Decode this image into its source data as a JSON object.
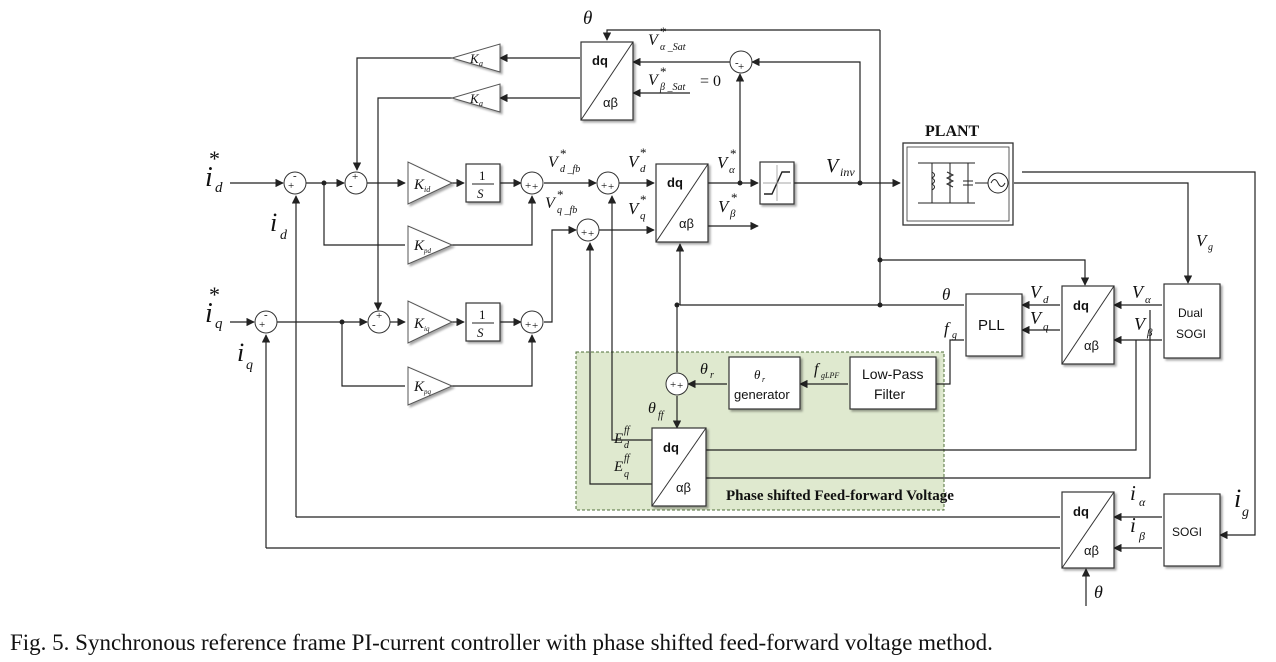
{
  "blocks": {
    "plant": "PLANT",
    "pll": "PLL",
    "dual_sogi": [
      "Dual",
      "SOGI"
    ],
    "sogi": "SOGI",
    "lpf": [
      "Low-Pass",
      "Filter"
    ],
    "theta_gen": [
      "θr",
      "generator"
    ],
    "dq": "dq",
    "ab": "αβ",
    "integrator": {
      "num": "1",
      "den": "S"
    },
    "gains": {
      "ka": "K",
      "ka_sub": "a",
      "kid": "K",
      "kid_sub": "id",
      "kpd": "K",
      "kpd_sub": "pd",
      "kiq": "K",
      "kiq_sub": "iq",
      "kpq": "K",
      "kpq_sub": "pq"
    }
  },
  "signals": {
    "id_ref": "i",
    "id_ref_sub": "d",
    "star": "*",
    "id": "i",
    "id_sub": "d",
    "iq_ref": "i",
    "iq_ref_sub": "q",
    "iq": "i",
    "iq_sub": "q",
    "vd_fb": "V",
    "vd_fb_sub": "d _fb",
    "vq_fb": "V",
    "vq_fb_sub": "q _fb",
    "vd": "V",
    "vd_sub": "d",
    "vq": "V",
    "vq_sub": "q",
    "valpha": "V",
    "valpha_sub": "α",
    "vbeta": "V",
    "vbeta_sub": "β",
    "v_alpha_sat": "V",
    "v_alpha_sat_sub": "α _Sat",
    "v_beta_sat": "V",
    "v_beta_sat_sub": "β _Sat",
    "v_beta_sat_eq": "= 0",
    "vinv": "V",
    "vinv_sub": "inv",
    "vg": "V",
    "vg_sub": "g",
    "theta": "θ",
    "fg": "f",
    "fg_sub": "g",
    "fglpf": "f",
    "fglpf_sub": "gLPF",
    "theta_r": "θ",
    "theta_r_sub": "r",
    "theta_ff": "θ",
    "theta_ff_sub": "ff",
    "ed_ff": "E",
    "ed_ff_sub": "d",
    "ed_ff_sup": "ff",
    "eq_ff": "E",
    "eq_ff_sub": "q",
    "eq_ff_sup": "ff",
    "v_alpha_pll": "V",
    "v_alpha_pll_sub": "α",
    "v_beta_pll": "V",
    "v_beta_pll_sub": "β",
    "vd_pll": "V",
    "vd_pll_sub": "d",
    "vq_pll": "V",
    "vq_pll_sub": "q",
    "i_alpha": "i",
    "i_alpha_sub": "α",
    "i_beta": "i",
    "i_beta_sub": "β",
    "ig": "i",
    "ig_sub": "g"
  },
  "signs": {
    "plus": "+",
    "minus": "-"
  },
  "feedforward_label": "Phase shifted Feed-forward Voltage",
  "caption": "Fig. 5. Synchronous reference frame PI-current controller with phase shifted feed-forward voltage method.",
  "colors": {
    "feedforward_region": "#dfe9cf",
    "feedforward_border": "#4f6f3a"
  }
}
